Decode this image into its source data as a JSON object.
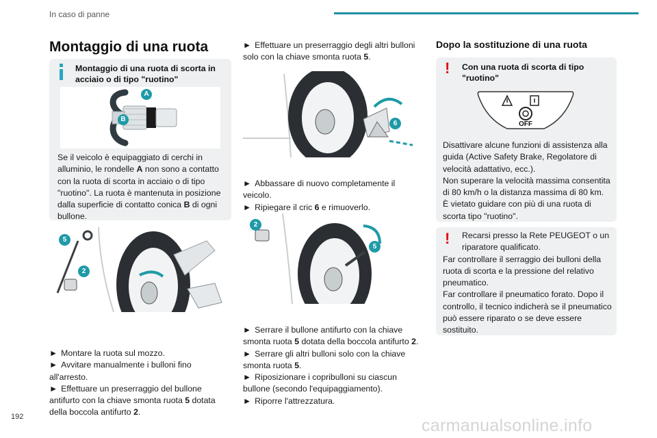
{
  "header": {
    "section": "In caso di panne",
    "page_number": "192"
  },
  "watermark": "carmanualsonline.info",
  "left": {
    "title": "Montaggio di una ruota",
    "info_box": {
      "title_line1": "Montaggio di una ruota di scorta in",
      "title_line2": "acciaio o di tipo \"ruotino\"",
      "callouts": [
        "A",
        "B"
      ],
      "body": [
        "Se il veicolo è equipaggiato di cerchi in",
        "alluminio, le rondelle ",
        "A",
        " non sono a contatto",
        "con la ruota di scorta in acciaio o di tipo",
        "\"ruotino\". La ruota è mantenuta in posizione",
        "dalla superficie di contatto conica ",
        "B",
        " di ogni",
        "bullone."
      ]
    },
    "figure_callouts": [
      "5",
      "2"
    ],
    "steps": {
      "s1": "Montare la ruota sul mozzo.",
      "s2": "Avvitare manualmente i bulloni fino all'arresto.",
      "s3a": "Effettuare un preserraggio del bullone",
      "s3b": "antifurto con la chiave smonta ruota ",
      "s3b_num": "5",
      "s3b_end": " dotata",
      "s3c": "della boccola antifurto ",
      "s3c_num": "2",
      "s3c_end": "."
    }
  },
  "middle": {
    "intro_a": "Effettuare un preserraggio degli altri bulloni",
    "intro_b": "solo con la chiave smonta ruota ",
    "intro_b_num": "5",
    "intro_b_end": ".",
    "fig1_callout": "6",
    "steps1": {
      "s1a": "Abbassare di nuovo completamente il",
      "s1b": "veicolo.",
      "s2": "Ripiegare il cric ",
      "s2_num": "6",
      "s2_end": " e rimuoverlo."
    },
    "fig2_callouts": [
      "2",
      "5"
    ],
    "steps2": {
      "s1a": "Serrare il bullone antifurto con la chiave",
      "s1b": "smonta ruota ",
      "s1b_num": "5",
      "s1b_mid": " dotata della boccola antifurto ",
      "s1b_num2": "2",
      "s1b_end": ".",
      "s2a": "Serrare gli altri bulloni solo con la chiave",
      "s2b": "smonta ruota ",
      "s2b_num": "5",
      "s2b_end": ".",
      "s3a": "Riposizionare i copribulloni su ciascun",
      "s3b": "bullone (secondo l'equipaggiamento).",
      "s4": "Riporre l'attrezzatura."
    }
  },
  "right": {
    "title": "Dopo la sostituzione di una ruota",
    "warn_box1": {
      "title_line1": "Con una ruota di scorta di tipo",
      "title_line2": "\"ruotino\"",
      "badge_off": "OFF",
      "body": [
        "Disattivare alcune funzioni di assistenza alla",
        "guida (Active Safety Brake, Regolatore di",
        "velocità adattativo, ecc.).",
        "Non superare la velocità massima consentita",
        "di 80 km/h o la distanza massima di 80 km.",
        "È vietato guidare con più di una ruota di",
        "scorta tipo \"ruotino\"."
      ]
    },
    "warn_box2": {
      "lines": [
        "Recarsi presso la Rete PEUGEOT o un",
        "riparatore qualificato.",
        "Far controllare il serraggio dei bulloni della",
        "ruota di scorta e la pressione del relativo",
        "pneumatico.",
        "Far controllare il pneumatico forato. Dopo il",
        "controllo, il tecnico indicherà se il pneumatico",
        "può essere riparato o se deve essere",
        "sostituito."
      ]
    }
  },
  "colors": {
    "accent": "#1c8fa0",
    "warn": "#e30613",
    "box_bg": "#eef0f1"
  },
  "icons": {
    "step_bullet": "right-triangle-bullet",
    "info": "info-i-icon",
    "warning": "exclamation-icon"
  }
}
